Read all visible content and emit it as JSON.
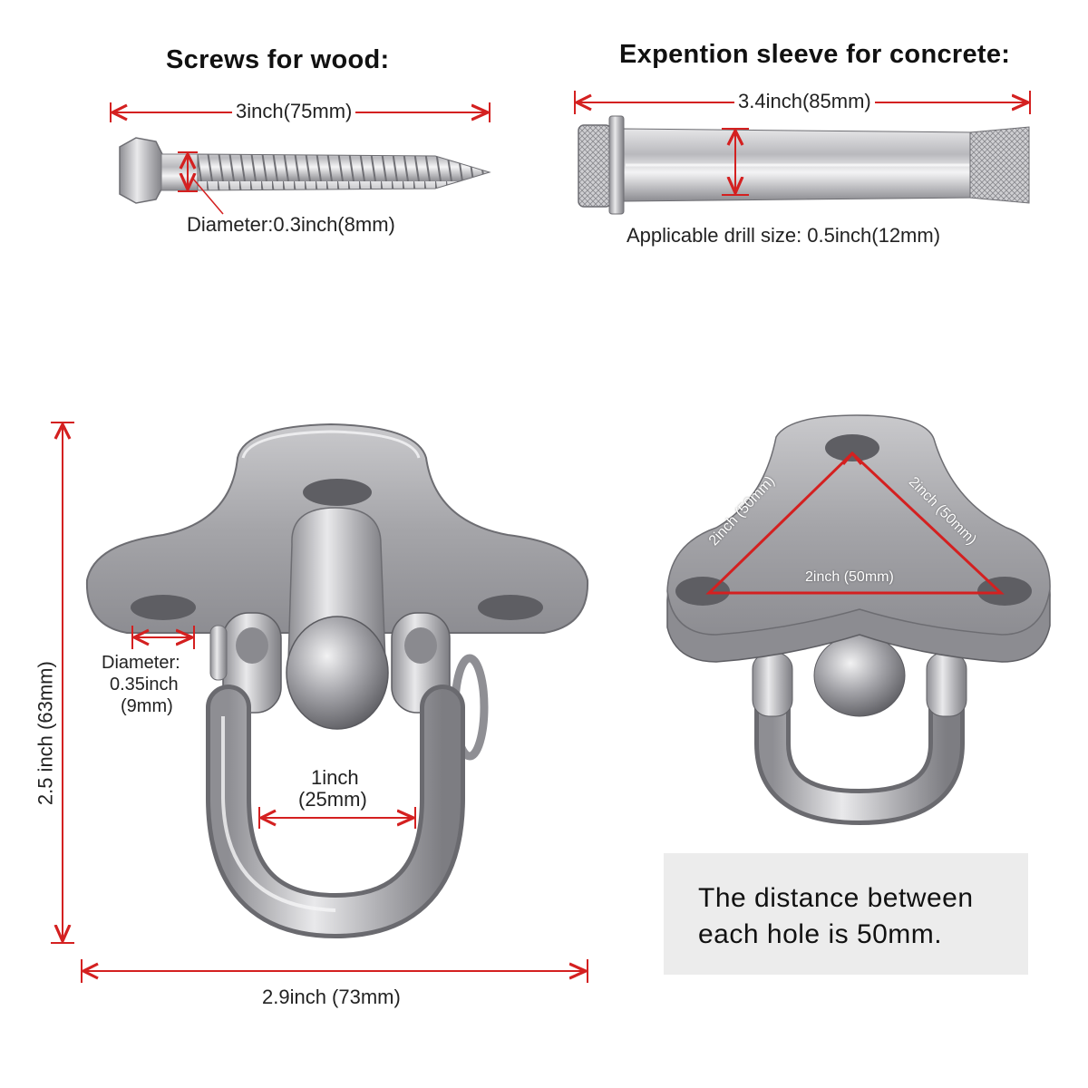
{
  "screws": {
    "title": "Screws for wood:",
    "length_label": "3inch(75mm)",
    "diameter_label": "Diameter:0.3inch(8mm)"
  },
  "sleeve": {
    "title": "Expention sleeve for concrete:",
    "length_label": "3.4inch(85mm)",
    "drill_label": "Applicable drill size: 0.5inch(12mm)"
  },
  "hanger_front": {
    "height_label": "2.5 inch (63mm)",
    "width_label": "2.9inch (73mm)",
    "hole_diameter_line1": "Diameter:",
    "hole_diameter_line2": "0.35inch",
    "hole_diameter_line3": "(9mm)",
    "shackle_line1": "1inch",
    "shackle_line2": "(25mm)"
  },
  "hanger_back": {
    "side_left": "2inch (50mm)",
    "side_right": "2inch (50mm)",
    "side_bottom": "2inch (50mm)"
  },
  "note": {
    "text": "The distance between\neach hole is 50mm."
  },
  "colors": {
    "dimension_line": "#d42020",
    "metal": "#a9a9ad",
    "note_background": "#ececec"
  }
}
